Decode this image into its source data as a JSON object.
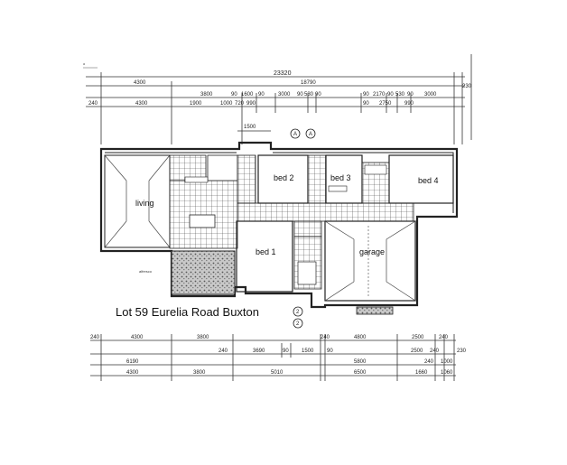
{
  "caption": "Lot 59 Eurelia Road Buxton",
  "rooms": {
    "living": "living",
    "bed1": "bed 1",
    "bed2": "bed 2",
    "bed3": "bed 3",
    "bed4": "bed 4",
    "garage": "garage",
    "alfresco": "alfresco"
  },
  "top_dims": {
    "overall": "23320",
    "row1": [
      "4300",
      "18790",
      "230"
    ],
    "row2": [
      "3800",
      "90",
      "1600",
      "90",
      "3000",
      "90",
      "530",
      "90",
      "90",
      "2170",
      "90",
      "530",
      "90",
      "3000"
    ],
    "row3": [
      "240",
      "4300",
      "1900",
      "1000",
      "720",
      "990",
      "90",
      "2750",
      "990"
    ],
    "side": "1500"
  },
  "bottom_dims": {
    "row1": [
      "240",
      "4300",
      "3800",
      "240",
      "4800",
      "2500",
      "240"
    ],
    "row2": [
      "240",
      "3690",
      "90",
      "1500",
      "90",
      "2500",
      "240",
      "230"
    ],
    "row3": [
      "6190",
      "5800",
      "240",
      "1000"
    ],
    "row4": [
      "4300",
      "3800",
      "5010",
      "6500",
      "1660",
      "1060"
    ]
  },
  "section_markers": [
    "A",
    "A",
    "2",
    "2"
  ]
}
